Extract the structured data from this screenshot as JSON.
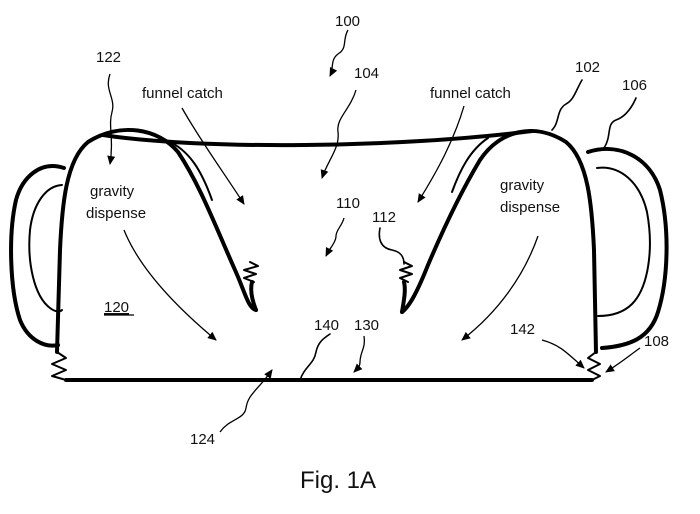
{
  "figure": {
    "caption": "Fig. 1A",
    "labels": {
      "funnel_catch_left": "funnel catch",
      "funnel_catch_right": "funnel catch",
      "gravity_left_1": "gravity",
      "gravity_left_2": "dispense",
      "gravity_right_1": "gravity",
      "gravity_right_2": "dispense"
    },
    "refs": {
      "r100": "100",
      "r102": "102",
      "r104": "104",
      "r106": "106",
      "r108": "108",
      "r110": "110",
      "r112": "112",
      "r120": "120",
      "r122": "122",
      "r124": "124",
      "r130": "130",
      "r140": "140",
      "r142": "142"
    }
  }
}
